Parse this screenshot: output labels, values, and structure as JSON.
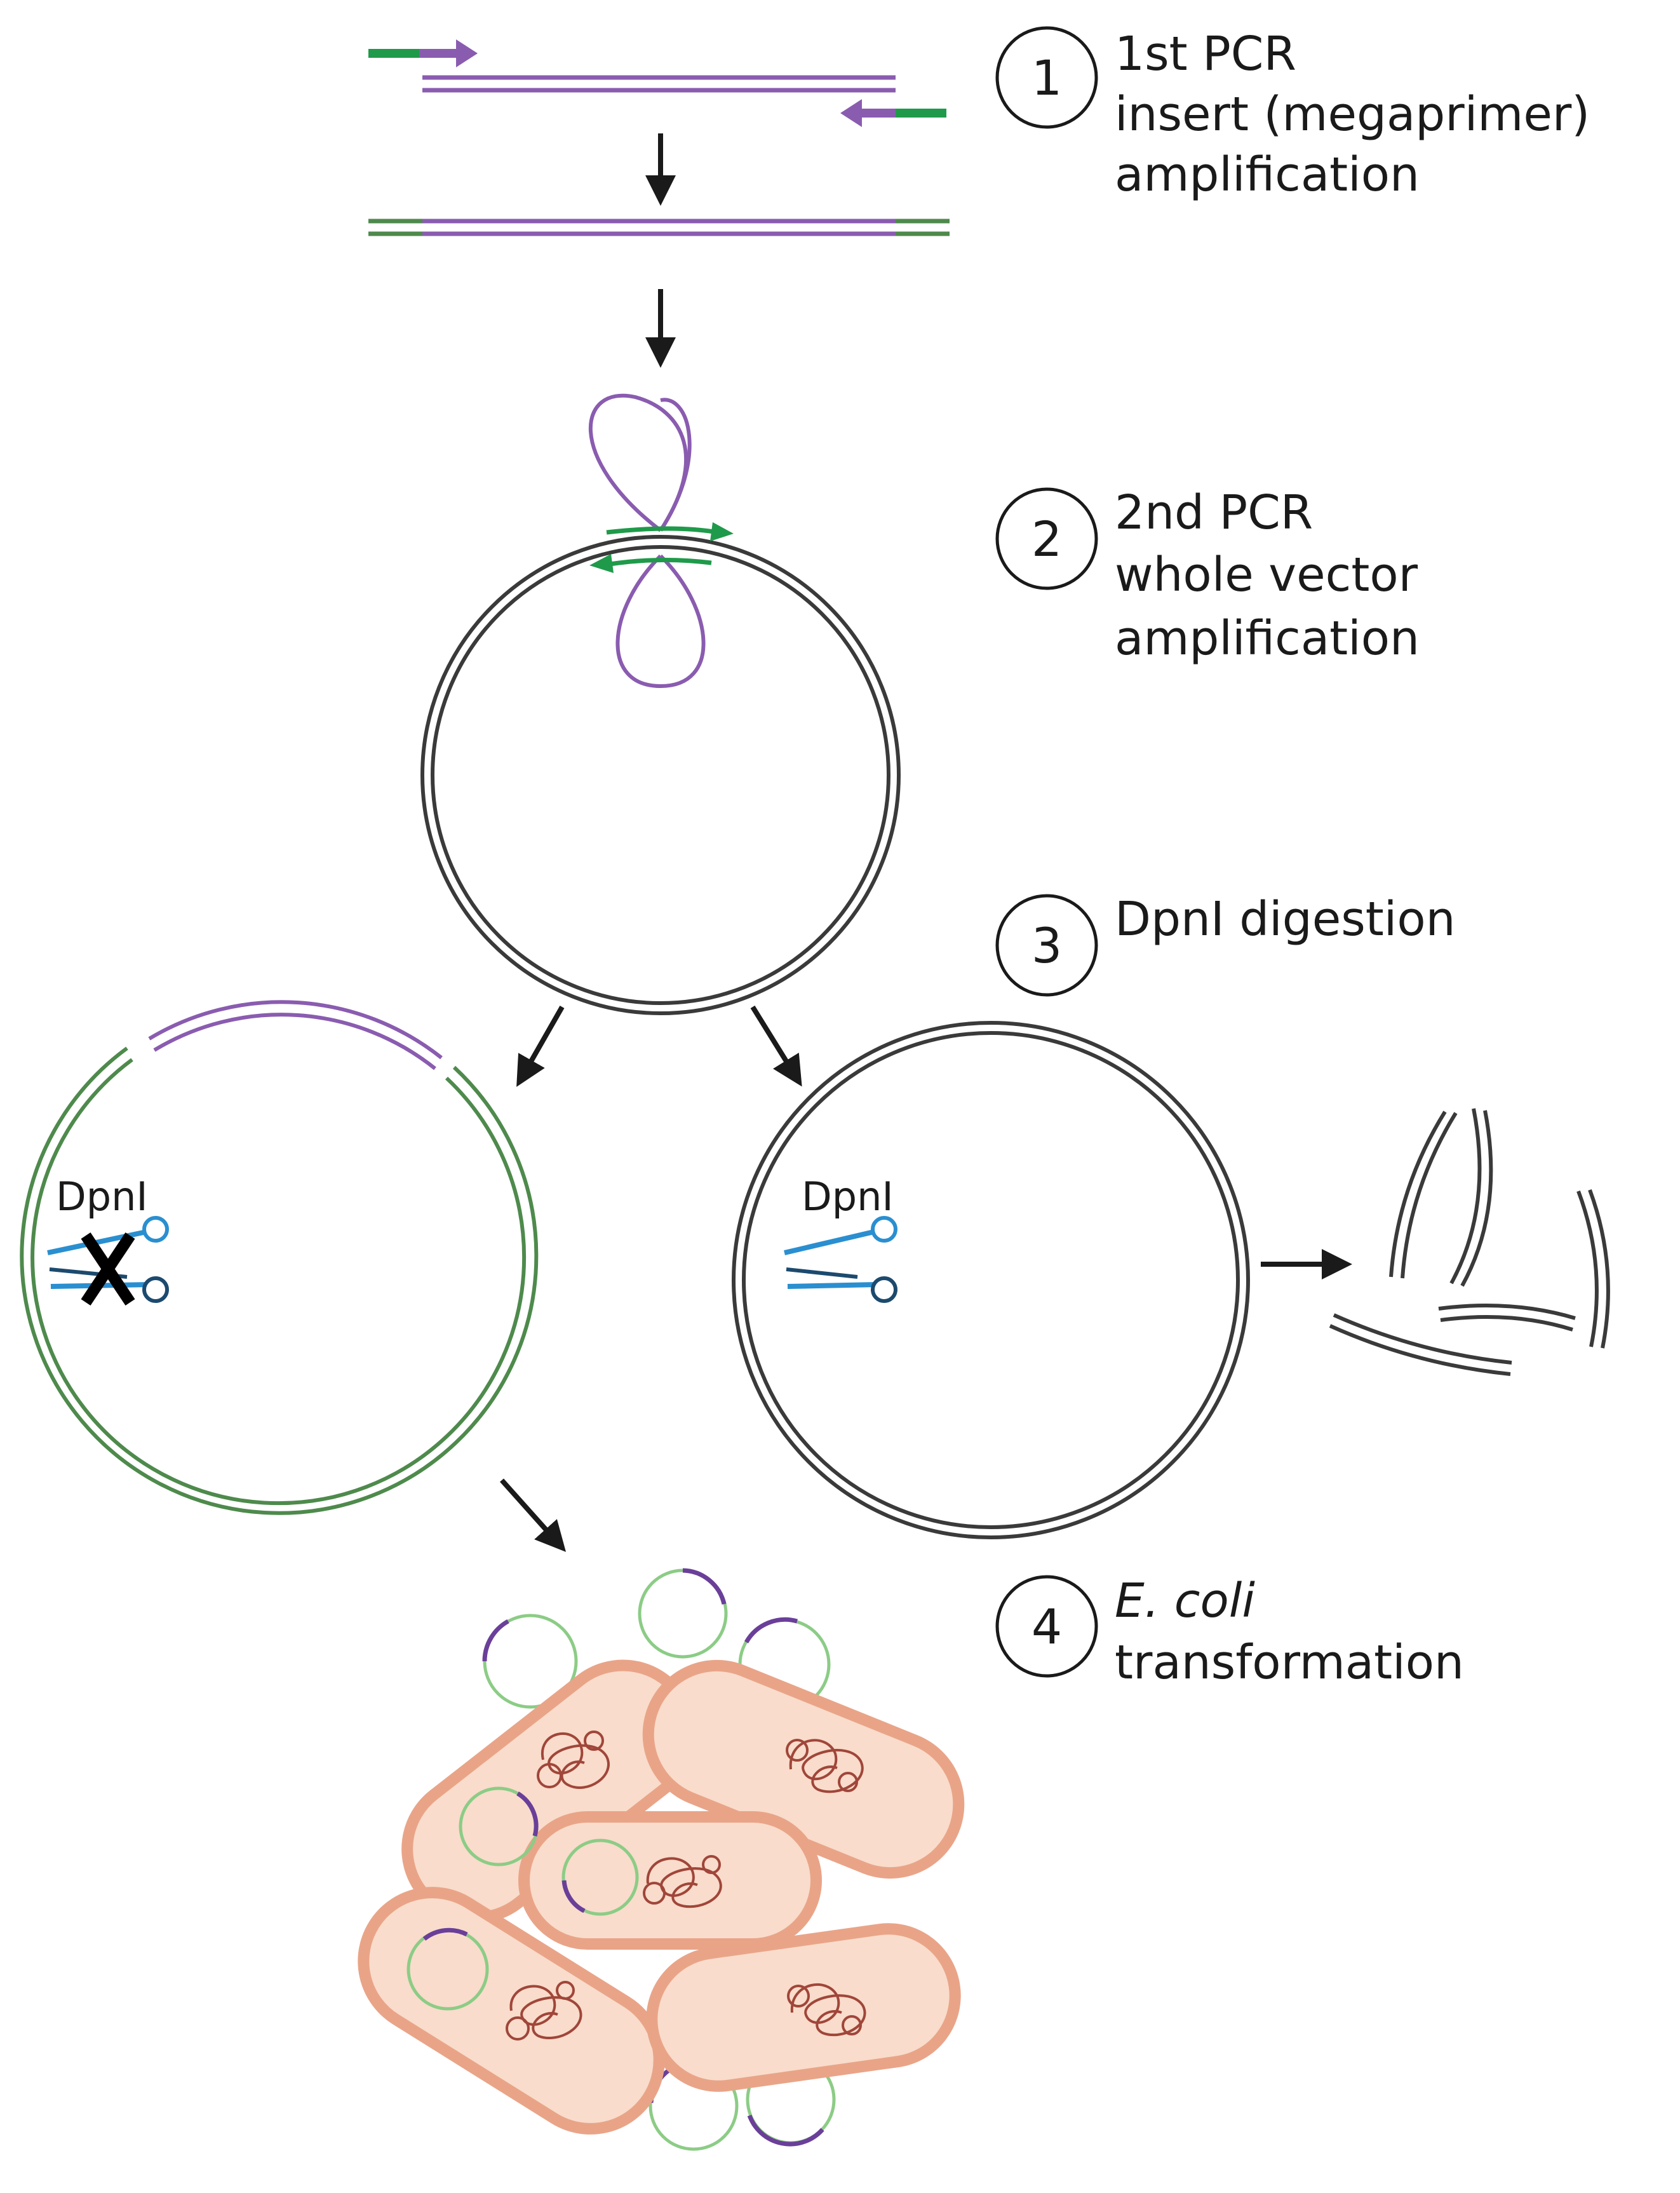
{
  "steps": [
    {
      "number": "1",
      "lines": [
        "1st PCR",
        "insert (megaprimer)",
        "amplification"
      ]
    },
    {
      "number": "2",
      "lines": [
        "2nd PCR",
        "whole vector",
        "amplification"
      ]
    },
    {
      "number": "3",
      "lines": [
        "DpnI digestion"
      ]
    },
    {
      "number": "4",
      "italic_line": "E. coli",
      "lines": [
        "transformation"
      ]
    }
  ],
  "enzyme_labels": {
    "left": "DpnI",
    "right": "DpnI"
  },
  "colors": {
    "insert_purple": "#8a5cb0",
    "primer_green": "#1f9a4a",
    "new_strand_green": "#4e8a4c",
    "template_gray": "#3a3a3a",
    "scissors_blue": "#2a8fd0",
    "cell_fill": "#f9dccb",
    "cell_outline": "#e9a488",
    "chromosome": "#a0463a",
    "plasmid_green": "#8ccc86"
  }
}
